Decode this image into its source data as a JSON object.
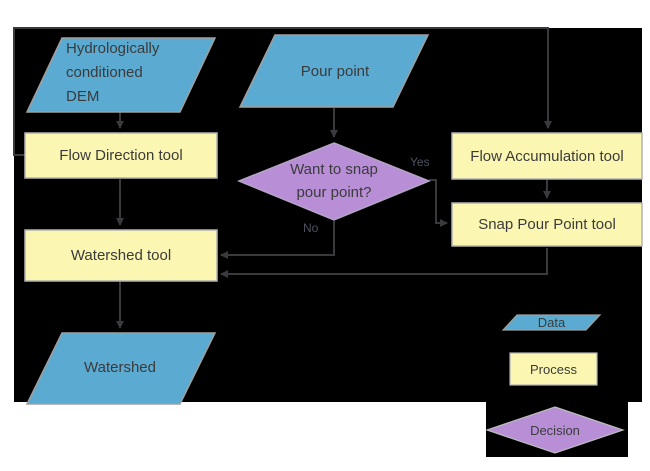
{
  "canvas": {
    "background": "#ffffff",
    "panel_color": "#000000"
  },
  "colors": {
    "data_shape": "#5aaad2",
    "process_shape": "#fbf7b2",
    "decision_shape": "#b88fd7",
    "connector": "#3a3a3e",
    "label_text": "#3b3b3b"
  },
  "nodes": {
    "dem": {
      "label": "Hydrologically\nconditioned\nDEM",
      "type": "data"
    },
    "pour_point": {
      "label": "Pour point",
      "type": "data"
    },
    "flow_direction": {
      "label": "Flow Direction tool",
      "type": "process"
    },
    "flow_accumulation": {
      "label": "Flow Accumulation tool",
      "type": "process"
    },
    "snap_pour_point": {
      "label": "Snap Pour Point tool",
      "type": "process"
    },
    "decision": {
      "label": "Want to snap\npour point?",
      "type": "decision"
    },
    "watershed_tool": {
      "label": "Watershed tool",
      "type": "process"
    },
    "watershed": {
      "label": "Watershed",
      "type": "data"
    }
  },
  "edge_labels": {
    "yes": "Yes",
    "no": "No"
  },
  "edges": [
    {
      "from": "dem",
      "to": "flow_direction"
    },
    {
      "from": "flow_direction",
      "to": "flow_accumulation"
    },
    {
      "from": "pour_point",
      "to": "decision"
    },
    {
      "from": "flow_accumulation",
      "to": "snap_pour_point"
    },
    {
      "from": "decision",
      "to": "snap_pour_point",
      "label": "Yes"
    },
    {
      "from": "decision",
      "to": "watershed_tool",
      "label": "No"
    },
    {
      "from": "snap_pour_point",
      "to": "watershed_tool"
    },
    {
      "from": "flow_direction",
      "to": "watershed_tool"
    },
    {
      "from": "watershed_tool",
      "to": "watershed"
    }
  ],
  "legend": {
    "data": "Data",
    "process": "Process",
    "decision": "Decision"
  }
}
